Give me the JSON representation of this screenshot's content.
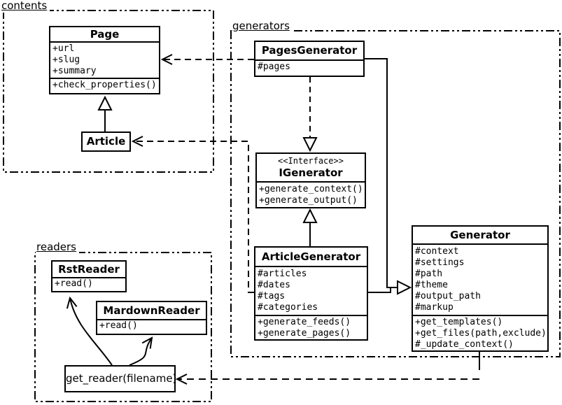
{
  "diagram": {
    "background_color": "#ffffff",
    "line_color": "#000000",
    "box_fill_color": "#ffffff"
  },
  "packages": {
    "contents": {
      "label": "contents"
    },
    "generators": {
      "label": "generators"
    },
    "readers": {
      "label": "readers"
    }
  },
  "classes": {
    "page": {
      "title": "Page",
      "attributes": [
        "+url",
        "+slug",
        "+summary"
      ],
      "methods": [
        "+check_properties()"
      ]
    },
    "article": {
      "title": "Article"
    },
    "pages_generator": {
      "title": "PagesGenerator",
      "attributes": [
        "#pages"
      ]
    },
    "igenerator": {
      "stereotype": "<<Interface>>",
      "title": "IGenerator",
      "methods": [
        "+generate_context()",
        "+generate_output()"
      ]
    },
    "article_generator": {
      "title": "ArticleGenerator",
      "attributes": [
        "#articles",
        "#dates",
        "#tags",
        "#categories"
      ],
      "methods": [
        "+generate_feeds()",
        "+generate_pages()"
      ]
    },
    "generator": {
      "title": "Generator",
      "attributes": [
        "#context",
        "#settings",
        "#path",
        "#theme",
        "#output_path",
        "#markup"
      ],
      "methods": [
        "+get_templates()",
        "+get_files(path,exclude)",
        "#_update_context()"
      ]
    },
    "rst_reader": {
      "title": "RstReader",
      "methods": [
        "+read()"
      ]
    },
    "mardown_reader": {
      "title": "MardownReader",
      "methods": [
        "+read()"
      ]
    },
    "get_reader": {
      "title": "get_reader(filename)"
    }
  }
}
